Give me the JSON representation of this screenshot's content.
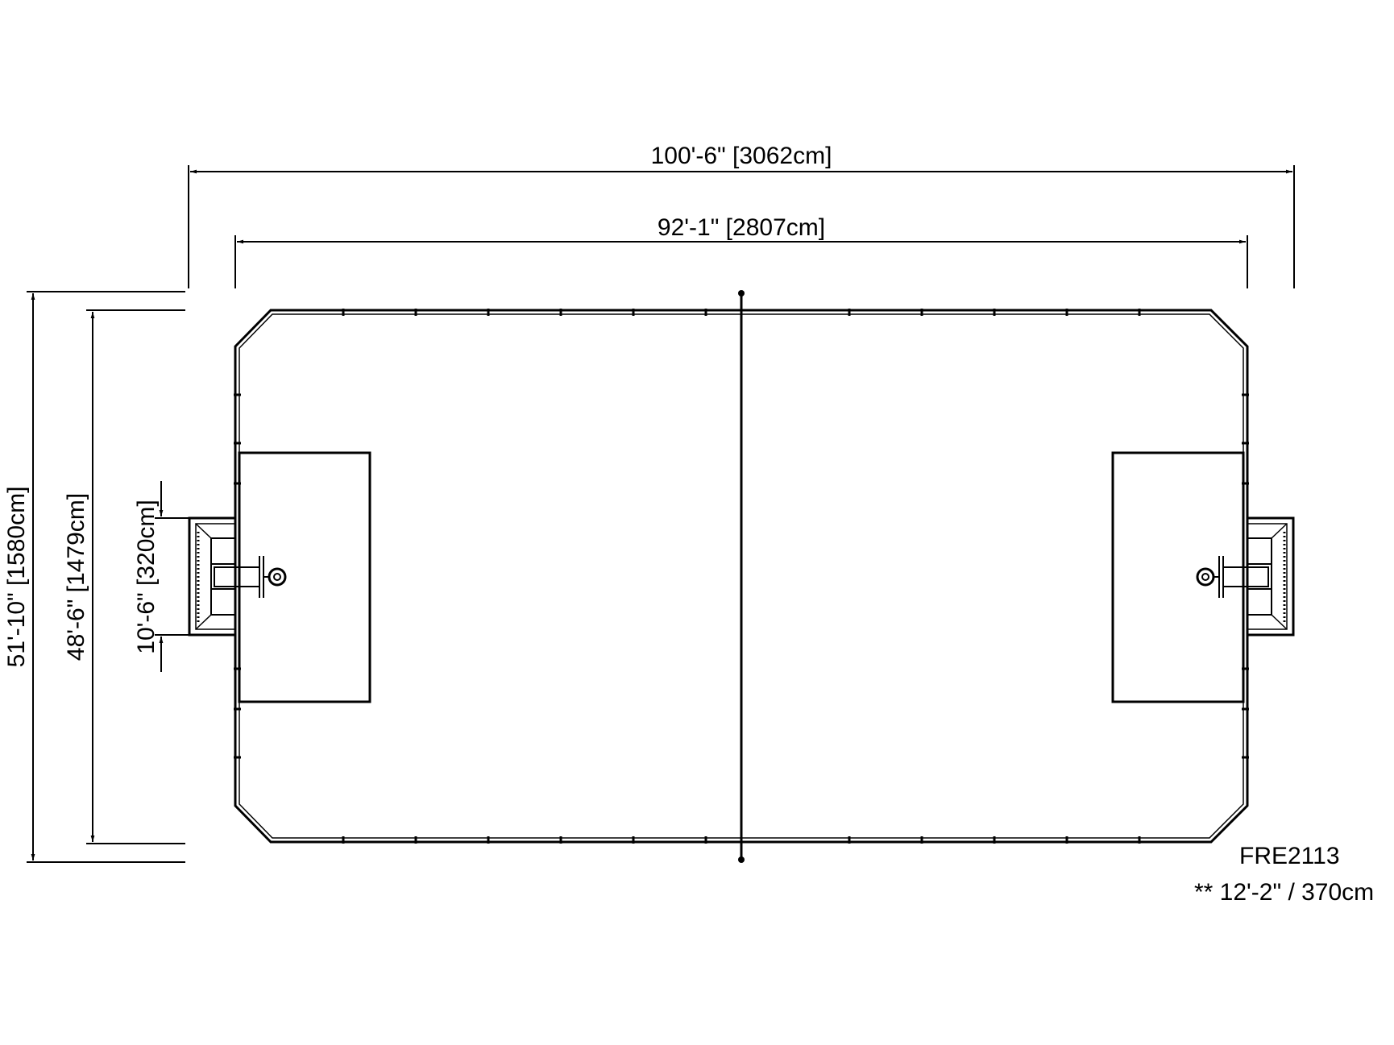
{
  "dimensions": {
    "overall_length": "100'-6\" [3062cm]",
    "field_length": "92'-1\" [2807cm]",
    "overall_width": "51'-10\" [1580cm]",
    "field_width": "48'-6\" [1479cm]",
    "goal_width": "10'-6\" [320cm]"
  },
  "model": {
    "code": "FRE2113",
    "height_note": "** 12'-2\" / 370cm"
  },
  "colors": {
    "line": "#000000",
    "background": "#ffffff"
  }
}
